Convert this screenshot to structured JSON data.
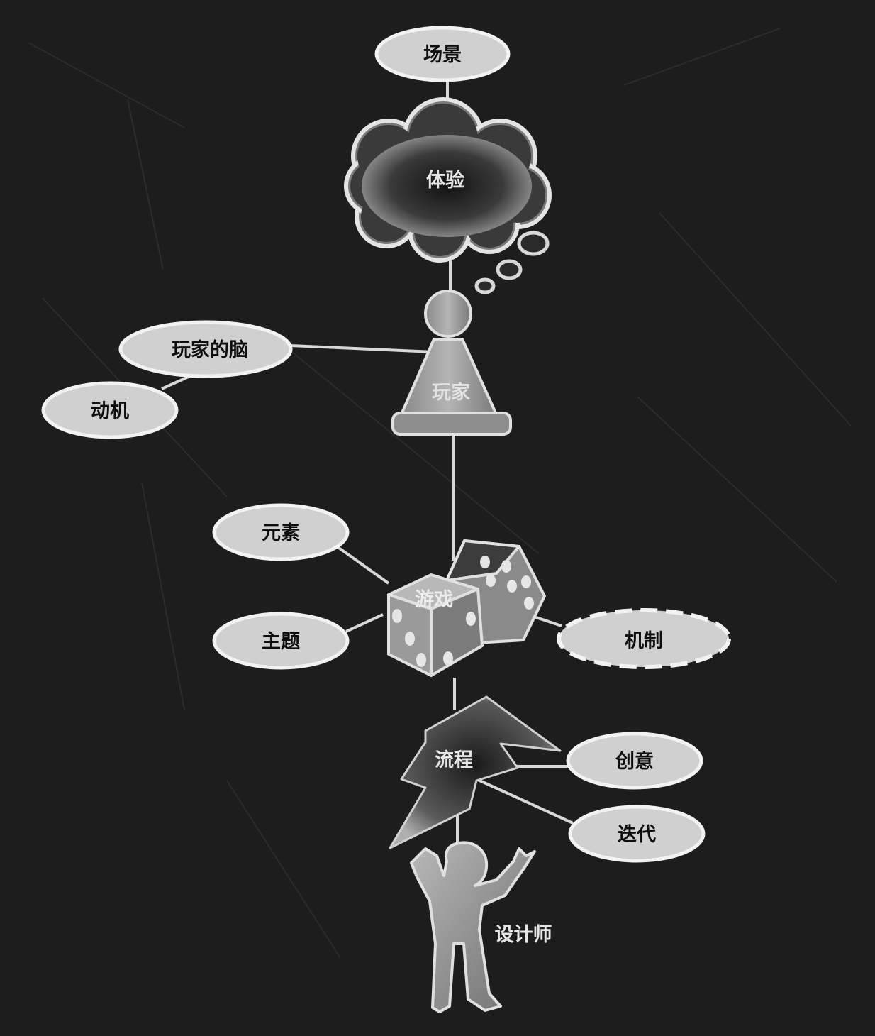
{
  "nodes": {
    "scene": "场景",
    "experience": "体验",
    "player_brain": "玩家的脑",
    "motivation": "动机",
    "player": "玩家",
    "elements": "元素",
    "theme": "主题",
    "game": "游戏",
    "mechanics": "机制",
    "process": "流程",
    "creativity": "创意",
    "iteration": "迭代",
    "designer": "设计师"
  },
  "colors": {
    "background": "#1d1d1d",
    "oval_fill": "#d0d0d0",
    "oval_stroke": "#f2f2f2",
    "figure_fill": "#9a9a9a",
    "link": "#d8d8d8"
  },
  "icons": {
    "experience": "thought-cloud-icon",
    "player": "pawn-icon",
    "game": "dice-icon",
    "process": "lightning-bolt-icon",
    "designer": "person-icon"
  }
}
